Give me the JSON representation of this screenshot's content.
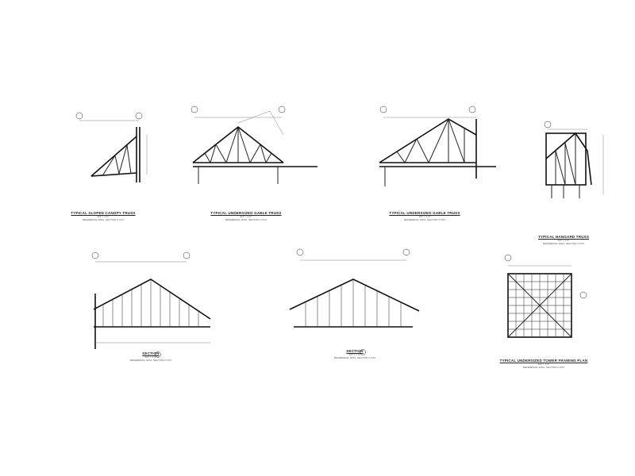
{
  "sheet": {
    "details": [
      {
        "title": "TYPICAL SLOPED CANOPY TRUSS",
        "scale": "3/4\" = 1'-0\"",
        "reference": "REFERENCE: DWG. SECTION X-XXX"
      },
      {
        "title": "TYPICAL UNDERSIZED GABLE TRUSS",
        "scale": "3/4\" = 1'-0\"",
        "reference": "REFERENCE: DWG. SECTION X-XXX"
      },
      {
        "title": "TYPICAL UNDERSIZED GABLE TRUSS",
        "scale": "3/4\" = 1'-0\"",
        "reference": "REFERENCE: DWG. SECTION X-XXX"
      },
      {
        "title": "TYPICAL HANGARD TRUSS",
        "scale": "3/4\" = 1'-0\"",
        "reference": "REFERENCE: DWG. SECTION X-XXX"
      },
      {
        "title": "SECTION",
        "scale": "3/4\" = 1'-0\"",
        "reference": "REFERENCE: DWG. SECTION X-XXX"
      },
      {
        "title": "SECTION",
        "scale": "3/4\" = 1'-0\"",
        "reference": "REFERENCE: DWG. SECTION X-XXX"
      },
      {
        "title": "TYPICAL UNDERSIZED TOWER FRAMING PLAN",
        "scale": "3/4\" = 1'-0\"",
        "reference": "REFERENCE: DWG. SECTION X-XXX"
      }
    ]
  }
}
